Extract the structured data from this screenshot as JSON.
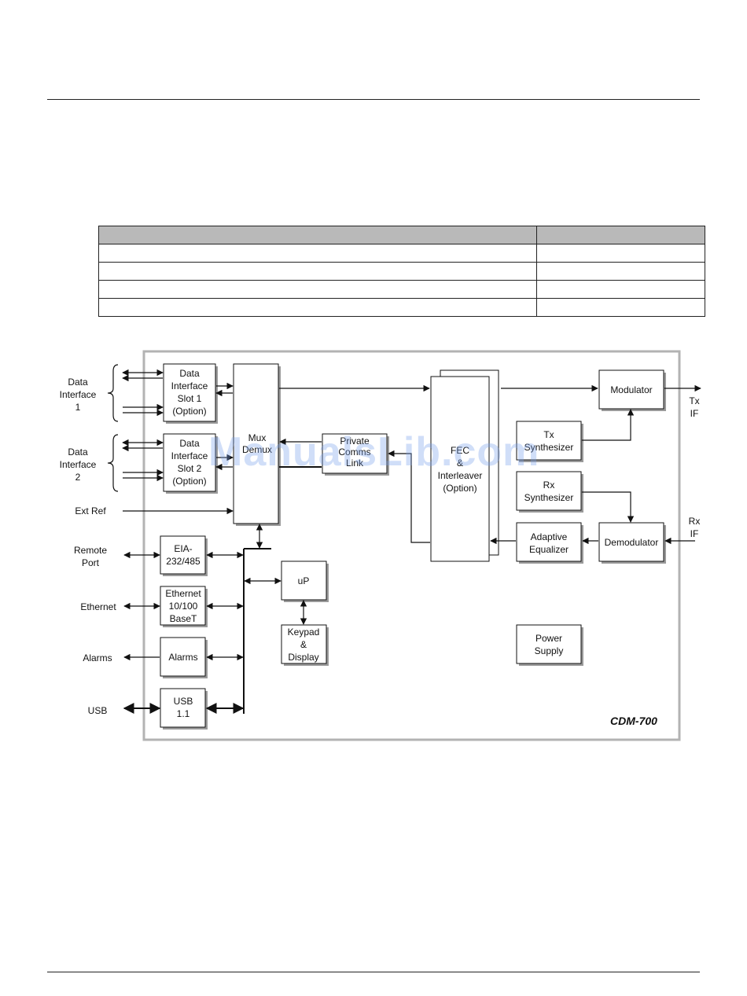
{
  "diagram": {
    "model": "CDM-700",
    "watermark": "ManualsLib.com",
    "blocks": {
      "data_slot1": [
        "Data",
        "Interface",
        "Slot 1",
        "(Option)"
      ],
      "data_slot2": [
        "Data",
        "Interface",
        "Slot 2",
        "(Option)"
      ],
      "mux": [
        "Mux",
        "Demux"
      ],
      "private_link": [
        "Private",
        "Comms",
        "Link"
      ],
      "fec": [
        "FEC",
        "&",
        "Interleaver",
        "(Option)"
      ],
      "modulator": [
        "Modulator"
      ],
      "tx_synth": [
        "Tx",
        "Synthesizer"
      ],
      "rx_synth": [
        "Rx",
        "Synthesizer"
      ],
      "adaptive_eq": [
        "Adaptive",
        "Equalizer"
      ],
      "demodulator": [
        "Demodulator"
      ],
      "eia": [
        "EIA-",
        "232/485"
      ],
      "ethernet": [
        "Ethernet",
        "10/100",
        "BaseT"
      ],
      "alarms": [
        "Alarms"
      ],
      "usb": [
        "USB",
        "1.1"
      ],
      "up": [
        "uP"
      ],
      "keypad": [
        "Keypad",
        "&",
        "Display"
      ],
      "power": [
        "Power",
        "Supply"
      ]
    },
    "external_labels": {
      "data_if1": [
        "Data",
        "Interface",
        "1"
      ],
      "data_if2": [
        "Data",
        "Interface",
        "2"
      ],
      "ext_ref": [
        "Ext Ref"
      ],
      "remote_port": [
        "Remote",
        "Port"
      ],
      "ethernet": [
        "Ethernet"
      ],
      "alarms": [
        "Alarms"
      ],
      "usb": [
        "USB"
      ],
      "tx_if": [
        "Tx",
        "IF"
      ],
      "rx_if": [
        "Rx",
        "IF"
      ]
    }
  }
}
